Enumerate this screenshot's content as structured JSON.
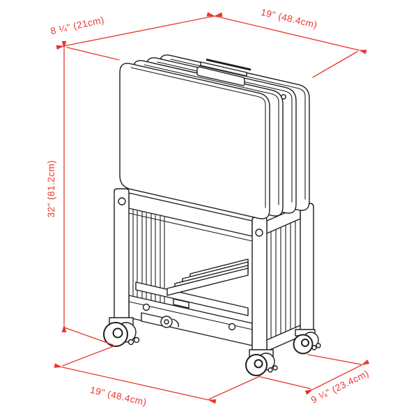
{
  "diagram": {
    "description": "Dimension line drawing of a folding TV tray table set stored upright in a rolling cart with casters",
    "dimensions": {
      "top_depth": {
        "label": "8 ¼\" (21cm)",
        "inches": 8.25,
        "cm": 21.0
      },
      "top_width": {
        "label": "19\" (48.4cm)",
        "inches": 19,
        "cm": 48.4
      },
      "height": {
        "label": "32\" (81.2cm)",
        "inches": 32,
        "cm": 81.2
      },
      "bottom_width": {
        "label": "19\" (48.4cm)",
        "inches": 19,
        "cm": 48.4
      },
      "bottom_depth": {
        "label": "9 ¼\" (23.4cm)",
        "inches": 9.25,
        "cm": 23.4
      }
    },
    "colors": {
      "line": "#1d1d1b",
      "dimension": "#e8372c",
      "background": "#ffffff"
    }
  }
}
